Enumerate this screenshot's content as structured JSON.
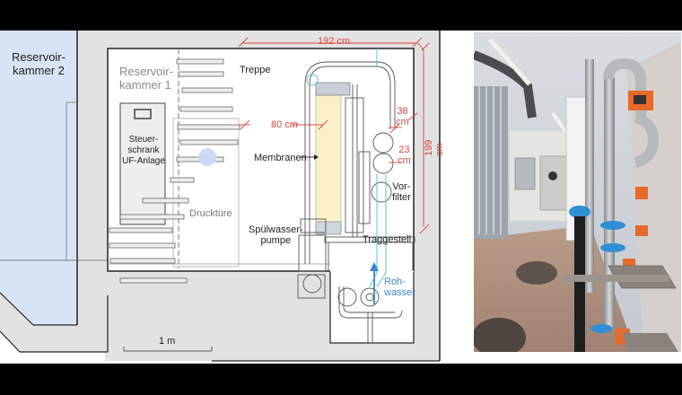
{
  "plan": {
    "rooms": {
      "reservoir2": "Reservoir-\nkammer 2",
      "reservoir1": "Reservoir-\nkammer 1"
    },
    "labels": {
      "treppe": "Treppe",
      "steuerschrank": "Steuer-\nschrank\nUF-Anlage",
      "membranen": "Membranen",
      "drucktuere": "Drucktüre",
      "spuelwasserpumpe": "Spülwasser-\npumpe",
      "vorfilter": "Vor-\nfilter",
      "traggestell": "Traggestell",
      "rohwasser": "Roh-\nwasser"
    },
    "dimensions": {
      "width": "192 cm",
      "height": "199 cm",
      "d80": "80 cm",
      "d38": "38\ncm",
      "d23": "23\ncm"
    },
    "scale_bar": "1 m",
    "colors": {
      "reservoir2_fill": "#d7e4f5",
      "wall_fill": "#e2e2e2",
      "room_fill": "#ffffff",
      "dimension_color": "#d9483b",
      "raw_water_color": "#3a86c8",
      "membrane_fill": "#fbf1c9"
    }
  },
  "photo": {
    "description": "Photo of UF plant installation in reservoir chamber"
  }
}
